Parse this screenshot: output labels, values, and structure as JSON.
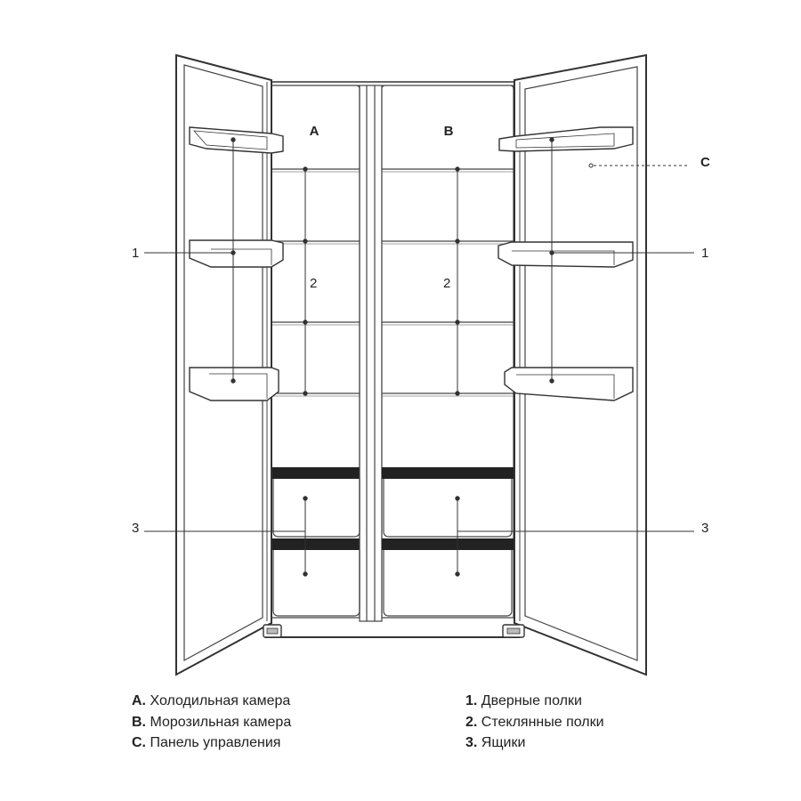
{
  "diagram": {
    "compartment_labels": {
      "a": "A",
      "b": "B"
    },
    "callouts": {
      "c": "C",
      "door_shelves": "1",
      "glass_shelves": "2",
      "drawers": "3"
    }
  },
  "legend": {
    "left": [
      {
        "key": "A.",
        "text": "Холодильная камера"
      },
      {
        "key": "B.",
        "text": "Морозильная камера"
      },
      {
        "key": "C.",
        "text": "Панель управления"
      }
    ],
    "right": [
      {
        "key": "1.",
        "text": "Дверные полки"
      },
      {
        "key": "2.",
        "text": "Стеклянные полки"
      },
      {
        "key": "3.",
        "text": "Ящики"
      }
    ]
  }
}
